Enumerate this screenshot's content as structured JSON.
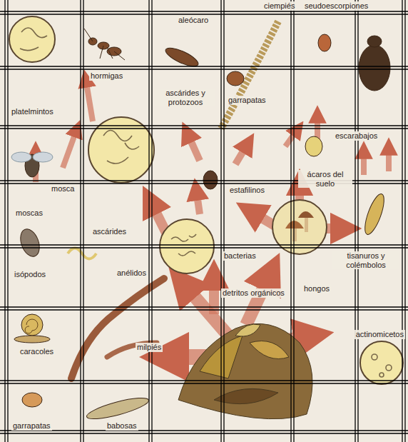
{
  "diagram": {
    "labels": [
      "seudoescorpiones",
      "ciempiés",
      "aleócaro",
      "hormigas",
      "platelmintos",
      "ascárides y protozoos",
      "garrapatas",
      "escarabajos",
      "mosca",
      "moscas",
      "ascárides",
      "estafilinos",
      "ácaros del suelo",
      "tisanuros y colémbolos",
      "isópodos",
      "anélidos",
      "bacterias",
      "detritos orgánicos",
      "hongos",
      "caracoles",
      "milpiés",
      "actinomicetos",
      "garrapatas",
      "babosas"
    ]
  }
}
